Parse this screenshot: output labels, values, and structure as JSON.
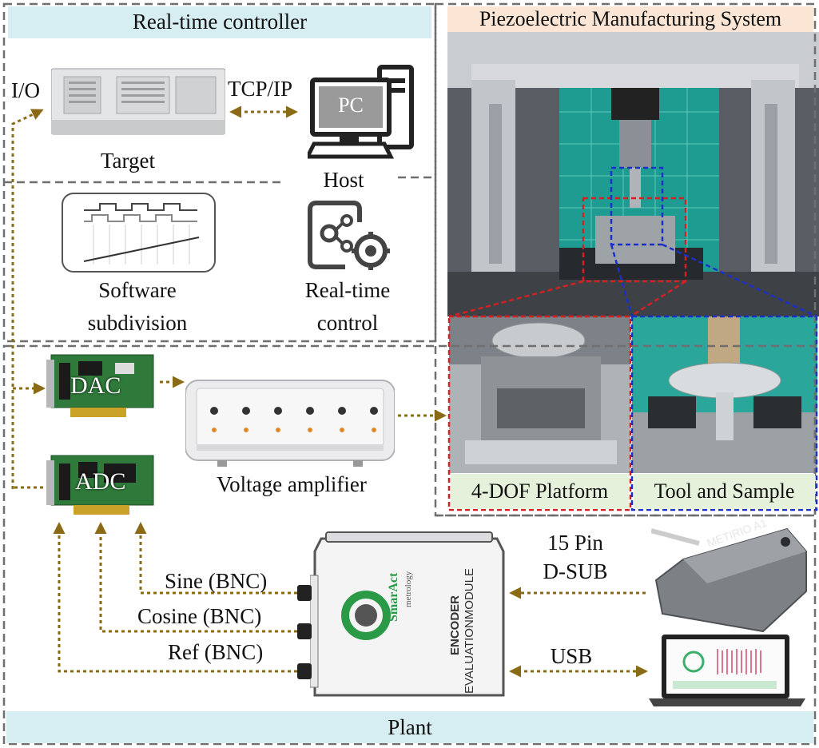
{
  "controller": {
    "title": "Real-time controller",
    "io": "I/O",
    "tcpip": "TCP/IP",
    "target": "Target",
    "host": "Host",
    "pc": "PC",
    "software_line1": "Software",
    "software_line2": "subdivision",
    "realtime_line1": "Real-time",
    "realtime_line2": "control"
  },
  "pms": {
    "title": "Piezoelectric Manufacturing System",
    "platform": "4-DOF Platform",
    "tool": "Tool and Sample"
  },
  "plant": {
    "title": "Plant",
    "dac": "DAC",
    "adc": "ADC",
    "amplifier": "Voltage amplifier",
    "sine": "Sine (BNC)",
    "cosine": "Cosine (BNC)",
    "ref": "Ref (BNC)",
    "dsub_line1": "15 Pin",
    "dsub_line2": "D-SUB",
    "usb": "USB",
    "module_line1": "ENCODER",
    "module_line2": "EVALUATIONMODULE",
    "brand": "SmarAct",
    "brand_sub": "metrology",
    "sensor": "METIRIO A1"
  },
  "colors": {
    "arrow": "#8a6a14",
    "band": "#d6eef2",
    "red_box": "#d42020",
    "blue_box": "#1a30c8",
    "dashed": "#6f6f6f",
    "tag_bg": "#e6f1dc"
  }
}
